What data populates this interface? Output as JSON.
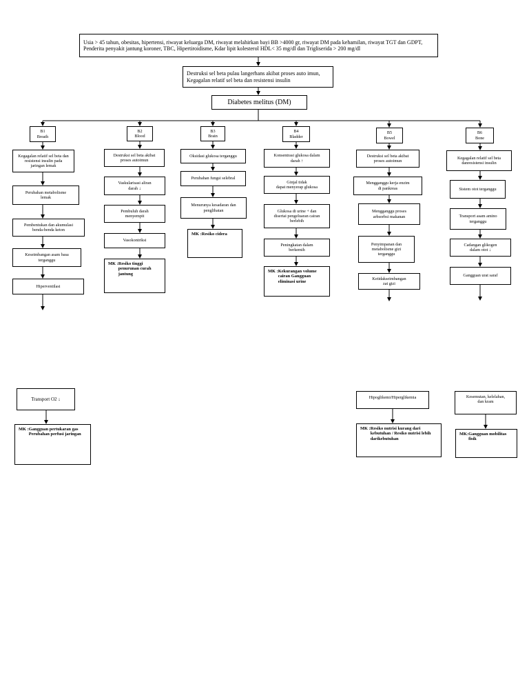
{
  "top_box": "Usia > 45 tahun, obesitas,  hipertensi, riwayat keluarga DM, riwayat melahirkan bayi BB >4000 gr, riwayat DM pada kehamilan, riwayat TGT dan GDPT,\nPenderita penyakit jantung koroner, TBC, Hipertiroidisme, Kdar lipit kolesterol HDL< 35 mg/dl dan Trigliserida > 200 mg/dl",
  "second_box": "Destruksi sel beta pulau langerhans akibat proses auto imun,\nKegagalan relatif sel beta dan  resistensi insulin",
  "dm_box": "Diabetes melitus (DM)",
  "columns": {
    "b1": {
      "header": "B1\nBreath",
      "steps": [
        "Kegagalan relatif sel beta dan\nresistensi insulin pada\njaringan lemak",
        "Perubahan metabolisme\nlemak",
        "Pembentukan dan akumulasi\nbenda-benda keton",
        "Keseimbangan asam basa\nterganggu",
        "Hiperventilasi"
      ],
      "lower": "Transport O2 ↓",
      "mk_title": "MK :",
      "mk_text": "Gangguan pertukaran gas\nPerubahan perfusi jaringan"
    },
    "b2": {
      "header": "B2\nBlood",
      "steps": [
        "Destruksi sel beta akibat\nproses autoimun",
        "Vaskularisasi aliran\ndarah ↓",
        "Pembuluh darah\nmenyempit",
        "Vasokontriksi"
      ],
      "mk_title": "MK :",
      "mk_text": "Resiko tinggi\npenurunan curah\njantung"
    },
    "b3": {
      "header": "B3\nBrain",
      "steps": [
        "Oksidasi glukosa terganggu",
        "Perubahan fungsi selebral",
        "Menurunya kesadaran dan\npenglihatan"
      ],
      "mk_title": "MK :",
      "mk_text": "Resiko cidera"
    },
    "b4": {
      "header": "B4\nBladder",
      "steps": [
        "Konsentrasi glukosa dalam\ndarah ↑",
        "Ginjal tidak\ndapat menyerap glukosa",
        "Glukosa di urine + dan\ndisertai pengeluaran cairan\nberlebih",
        "Peningkatan dalam\nberkemih"
      ],
      "mk_title": "MK :",
      "mk_text": "Kekurangan volume\ncairan Gangguan\neliminasi urine"
    },
    "b5": {
      "header": "B5\nBowel",
      "steps": [
        "Destruksi sel beta akibat\nproses autoimun",
        "Mengganggu kerja enzim\ndi pankreas",
        "Mengganggu proses\narbsorbsi makanan",
        "Penyimpanan dan\nmetabolisme gizi\nterganggu",
        "Ketidakseimbangan\nzat gizi"
      ],
      "lower": "Hipoglikemi/Hiperglikemia",
      "mk_title": "MK :",
      "mk_text": "Resiko nutrisi kurang dari\nkebutuhan / Resiko nutrisi lebih\ndarikebutuhan"
    },
    "b6": {
      "header": "B6\nBone",
      "steps": [
        "Kegagalan relatif sel beta\ndanresistensi insulin",
        "Sistem otot terganggu",
        "Transport asam amino\nterganggu",
        "Cadangan glikogen\ndalam otot ↓",
        "Gangguan urat saraf"
      ],
      "lower": "Kesemutan, kelelahan,\ndan kram",
      "mk_title": "MK:",
      "mk_text": "Gangguan mobilitas\nfisik"
    }
  }
}
